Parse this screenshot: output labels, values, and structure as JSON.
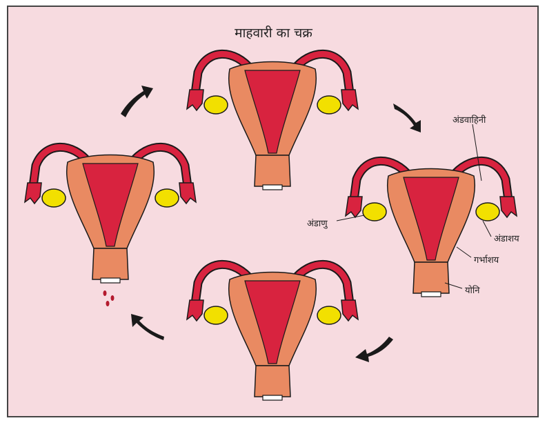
{
  "title": "माहवारी का चक्र",
  "labels": {
    "fallopian_tube": "अंडवाहिनी",
    "egg": "अंडाणु",
    "ovary": "अंडाशय",
    "uterus": "गर्भाशय",
    "vagina": "योनि"
  },
  "colors": {
    "background": "#f7dbe0",
    "uterus_outer": "#e98a62",
    "uterus_inner": "#d8233f",
    "ovary": "#f2e000",
    "outline": "#1a1a1a"
  }
}
